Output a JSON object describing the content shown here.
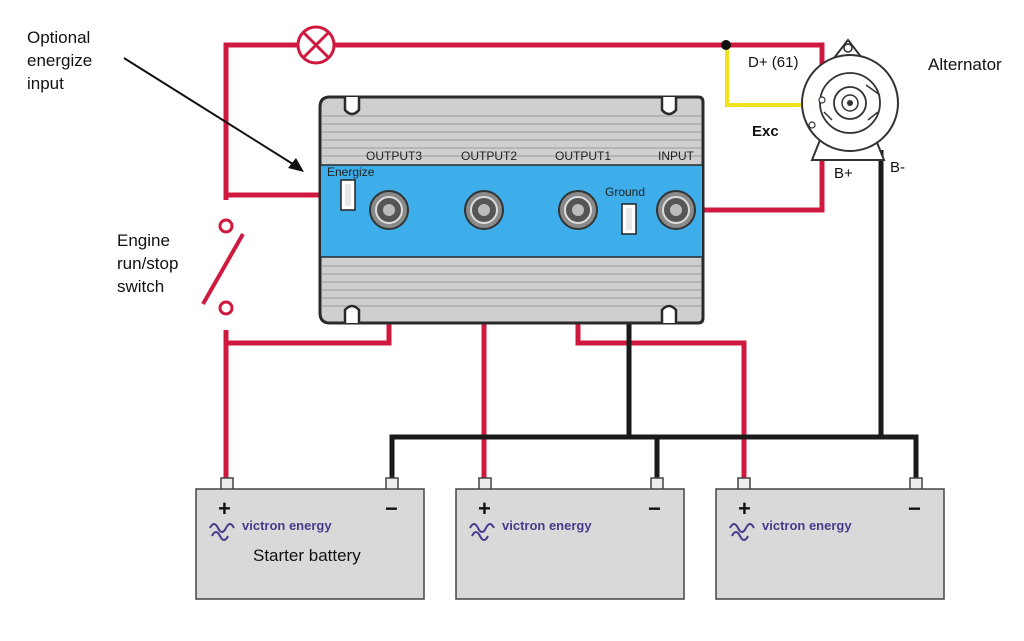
{
  "labels": {
    "optional_energize": [
      "Optional",
      "energize",
      "input"
    ],
    "engine_switch": [
      "Engine",
      "run/stop",
      "switch"
    ],
    "alternator": "Alternator",
    "d_plus": "D+ (61)",
    "exc": "Exc",
    "b_plus": "B+",
    "b_minus": "B-",
    "starter_battery": "Starter battery"
  },
  "isolator": {
    "energize": "Energize",
    "ground": "Ground",
    "terminals": [
      "OUTPUT3",
      "OUTPUT2",
      "OUTPUT1",
      "INPUT"
    ]
  },
  "batteries": [
    {
      "brand": "victron energy",
      "plus": "+",
      "minus": "−"
    },
    {
      "brand": "victron energy",
      "plus": "+",
      "minus": "−"
    },
    {
      "brand": "victron energy",
      "plus": "+",
      "minus": "−"
    }
  ],
  "colors": {
    "positive_wire": "#d0193f",
    "negative_wire": "#1a1a1a",
    "excitation_wire": "#f2e21b",
    "isolator_body": "#3daee9",
    "isolator_housing": "#c9c9c9",
    "battery_body": "#d9d9d9"
  }
}
